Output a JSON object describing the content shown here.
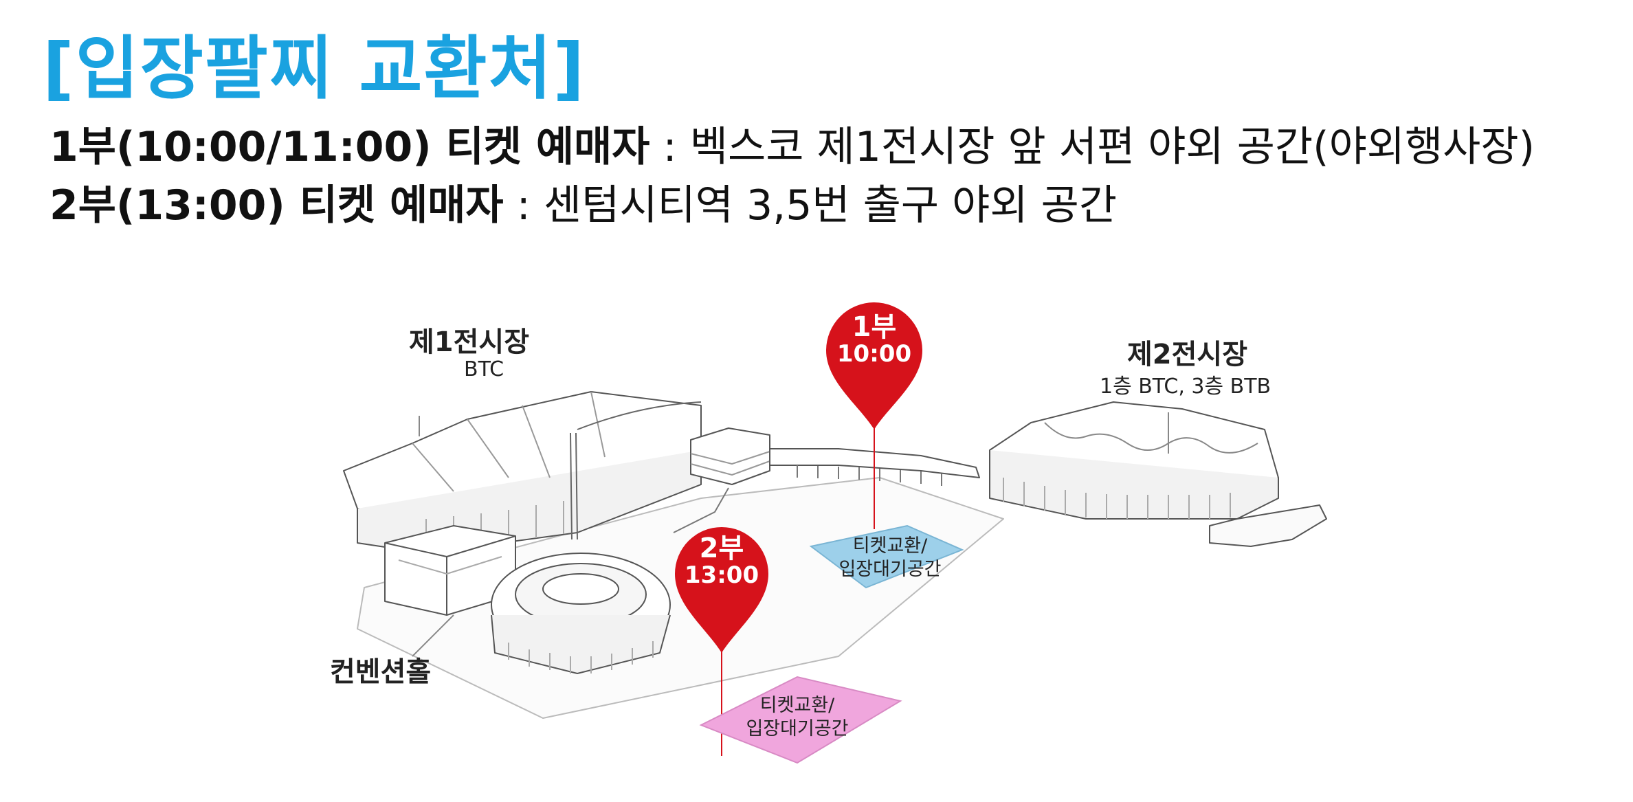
{
  "header": {
    "title": "[입장팔찌 교환처]"
  },
  "info": {
    "line1": {
      "label": "1부(10:00/11:00) 티켓 예매자",
      "text": " : 벡스코 제1전시장 앞 서편 야외 공간(야외행사장)"
    },
    "line2": {
      "label": "2부(13:00) 티켓 예매자",
      "text": " : 센텀시티역 3,5번 출구 야외 공간"
    }
  },
  "map": {
    "hall1": {
      "name": "제1전시장",
      "sub": "BTC"
    },
    "hall2": {
      "name": "제2전시장",
      "sub": "1층 BTC, 3층 BTB"
    },
    "convention": {
      "name": "컨벤션홀"
    },
    "pin1": {
      "part": "1부",
      "time": "10:00",
      "color": "#d6121b"
    },
    "pin2": {
      "part": "2부",
      "time": "13:00",
      "color": "#d6121b"
    },
    "zone1": {
      "line1": "티켓교환/",
      "line2": "입장대기공간",
      "color": "#9dd0ea"
    },
    "zone2": {
      "line1": "티켓교환/",
      "line2": "입장대기공간",
      "color": "#f0a6dd"
    }
  }
}
